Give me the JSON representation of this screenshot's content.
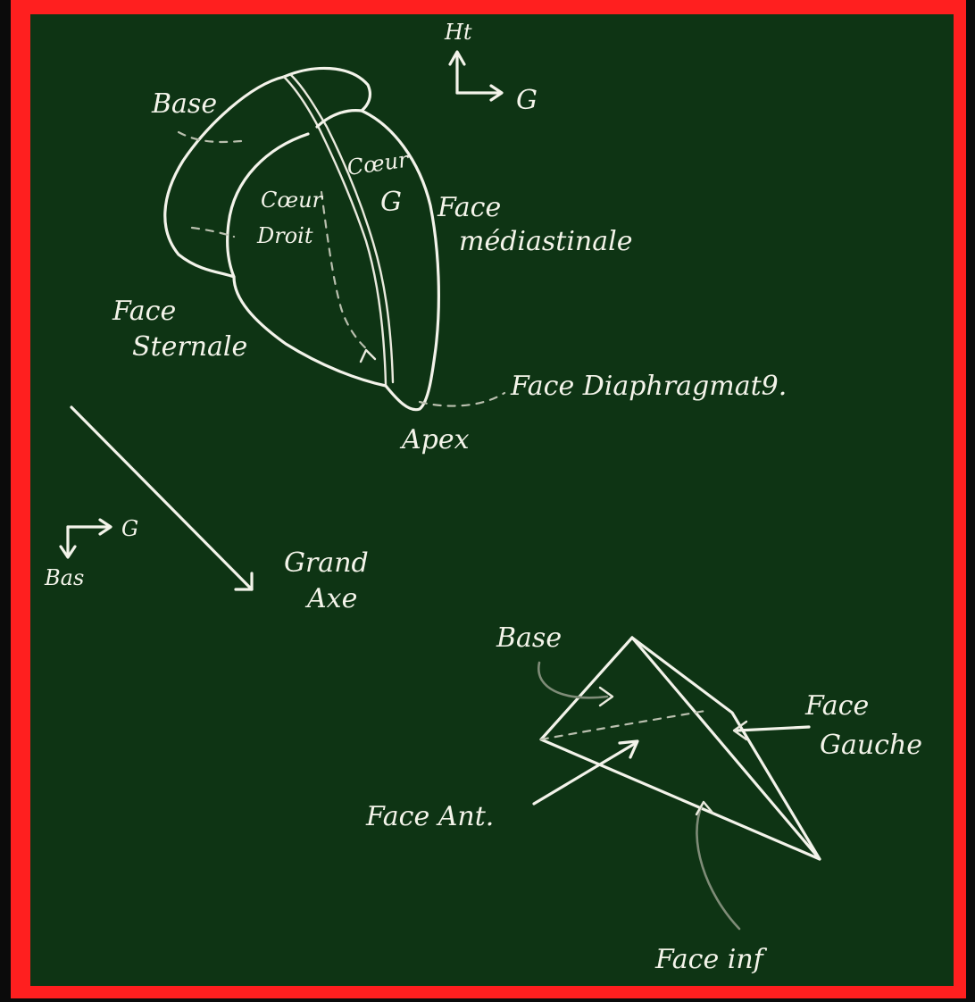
{
  "labels": {
    "base_top": "Base",
    "coeur_gauche_1": "Cœur",
    "coeur_gauche_2": "G",
    "coeur_droit_1": "Cœur",
    "coeur_droit_2": "Droit",
    "face_mediastinale_1": "Face",
    "face_mediastinale_2": "médiastinale",
    "face_sternale_1": "Face",
    "face_sternale_2": "Sternale",
    "face_diaphragmatique": "Face Diaphragmat9.",
    "apex": "Apex",
    "axis_top_up": "Ht",
    "axis_top_right": "G",
    "axis_left_right": "G",
    "axis_left_down": "Bas",
    "grand_axe_1": "Grand",
    "grand_axe_2": "Axe",
    "base_bottom": "Base",
    "face_gauche_1": "Face",
    "face_gauche_2": "Gauche",
    "face_ant": "Face Ant.",
    "face_inf": "Face inf"
  },
  "colors": {
    "frame": "#ff1f1f",
    "board": "#0e3414",
    "chalk": "#f3f3ea"
  }
}
